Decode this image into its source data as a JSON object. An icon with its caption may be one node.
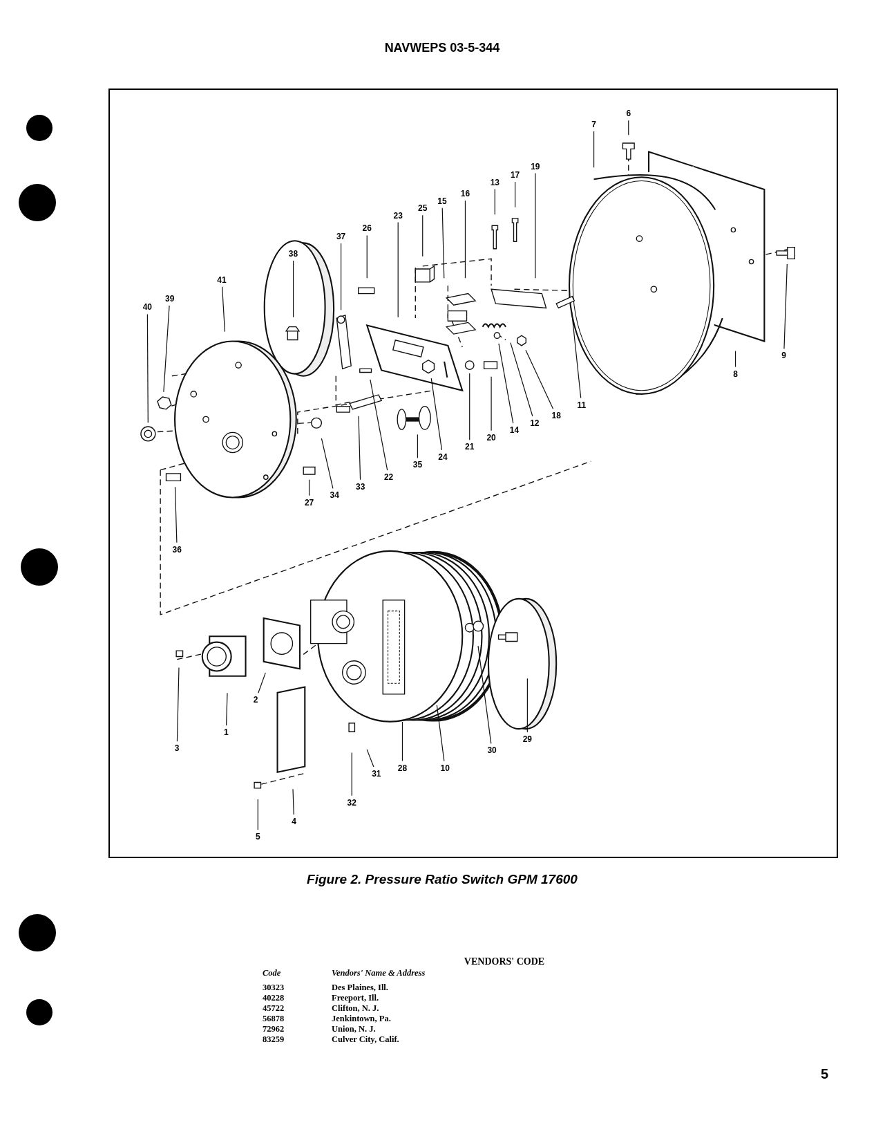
{
  "diagram": {
    "caption": "Figure 2. Pressure Ratio Switch GPM 17600",
    "nodes": [
      {
        "text": [
          "6"
        ]
      },
      {
        "text": [
          "7"
        ]
      },
      {
        "text": [
          "17"
        ]
      },
      {
        "text": [
          "19"
        ]
      },
      {
        "text": [
          "13"
        ]
      },
      {
        "text": [
          "16"
        ]
      },
      {
        "text": [
          "25"
        ]
      },
      {
        "text": [
          "15"
        ]
      },
      {
        "text": [
          "23"
        ]
      },
      {
        "text": [
          "26"
        ]
      },
      {
        "text": [
          "37"
        ]
      },
      {
        "text": [
          "38"
        ]
      },
      {
        "text": [
          "41"
        ]
      },
      {
        "text": [
          "39"
        ]
      },
      {
        "text": [
          "40"
        ]
      },
      {
        "text": [
          "9"
        ]
      },
      {
        "text": [
          "8"
        ]
      },
      {
        "text": [
          "11"
        ]
      },
      {
        "text": [
          "18"
        ]
      },
      {
        "text": [
          "12"
        ]
      },
      {
        "text": [
          "14"
        ]
      },
      {
        "text": [
          "20"
        ]
      },
      {
        "text": [
          "21"
        ]
      },
      {
        "text": [
          "24"
        ]
      },
      {
        "text": [
          "35"
        ]
      },
      {
        "text": [
          "22"
        ]
      },
      {
        "text": [
          "33"
        ]
      },
      {
        "text": [
          "34"
        ]
      },
      {
        "text": [
          "27"
        ]
      },
      {
        "text": [
          "36"
        ]
      },
      {
        "text": [
          "2"
        ]
      },
      {
        "text": [
          "1"
        ]
      },
      {
        "text": [
          "29"
        ]
      },
      {
        "text": [
          "3"
        ]
      },
      {
        "text": [
          "30"
        ]
      },
      {
        "text": [
          "10"
        ]
      },
      {
        "text": [
          "28"
        ]
      },
      {
        "text": [
          "31"
        ]
      },
      {
        "text": [
          "32"
        ]
      },
      {
        "text": [
          "4"
        ]
      },
      {
        "text": [
          "5"
        ]
      }
    ],
    "edges": [
      {
        "from": 0,
        "to": null,
        "arrow": "none"
      },
      {
        "from": 1,
        "to": null,
        "arrow": "none"
      },
      {
        "from": 2,
        "to": null,
        "arrow": "none"
      },
      {
        "from": 3,
        "to": null,
        "arrow": "none"
      },
      {
        "from": 4,
        "to": null,
        "arrow": "none"
      },
      {
        "from": 5,
        "to": null,
        "arrow": "none"
      },
      {
        "from": 6,
        "to": null,
        "arrow": "none"
      },
      {
        "from": 7,
        "to": null,
        "arrow": "none"
      },
      {
        "from": 8,
        "to": null,
        "arrow": "none"
      },
      {
        "from": 9,
        "to": null,
        "arrow": "none"
      },
      {
        "from": 10,
        "to": null,
        "arrow": "none"
      },
      {
        "from": 11,
        "to": null,
        "arrow": "none"
      },
      {
        "from": 12,
        "to": null,
        "arrow": "none"
      },
      {
        "from": 13,
        "to": null,
        "arrow": "none"
      },
      {
        "from": 14,
        "to": null,
        "arrow": "none"
      },
      {
        "from": 15,
        "to": null,
        "arrow": "none"
      },
      {
        "from": 16,
        "to": null,
        "arrow": "none"
      },
      {
        "from": 17,
        "to": null,
        "arrow": "none"
      },
      {
        "from": 18,
        "to": null,
        "arrow": "none"
      },
      {
        "from": 19,
        "to": null,
        "arrow": "none"
      },
      {
        "from": 20,
        "to": null,
        "arrow": "none"
      },
      {
        "from": 21,
        "to": null,
        "arrow": "none"
      },
      {
        "from": 22,
        "to": null,
        "arrow": "none"
      },
      {
        "from": 23,
        "to": null,
        "arrow": "none"
      },
      {
        "from": 24,
        "to": null,
        "arrow": "none"
      },
      {
        "from": 25,
        "to": null,
        "arrow": "none"
      },
      {
        "from": 26,
        "to": null,
        "arrow": "none"
      },
      {
        "from": 27,
        "to": null,
        "arrow": "none"
      },
      {
        "from": 28,
        "to": null,
        "arrow": "none"
      },
      {
        "from": 29,
        "to": null,
        "arrow": "none"
      },
      {
        "from": 30,
        "to": null,
        "arrow": "none"
      },
      {
        "from": 31,
        "to": null,
        "arrow": "none"
      },
      {
        "from": 32,
        "to": null,
        "arrow": "none"
      },
      {
        "from": 33,
        "to": null,
        "arrow": "none"
      },
      {
        "from": 34,
        "to": null,
        "arrow": "none"
      },
      {
        "from": 35,
        "to": null,
        "arrow": "none"
      },
      {
        "from": 36,
        "to": null,
        "arrow": "none"
      },
      {
        "from": 37,
        "to": null,
        "arrow": "none"
      },
      {
        "from": 38,
        "to": null,
        "arrow": "none"
      },
      {
        "from": 39,
        "to": null,
        "arrow": "none"
      },
      {
        "from": 40,
        "to": null,
        "arrow": "none"
      }
    ],
    "labels": [
      "NAVWEPS 03-5-344",
      "VENDORS' CODE",
      "Code",
      "Vendors' Name & Address",
      "30323",
      "Des Plaines, Ill.",
      "40228",
      "Freeport, Ill.",
      "45722",
      "Clifton, N. J.",
      "56878",
      "Jenkintown, Pa.",
      "72962",
      "Union, N. J.",
      "83259",
      "Culver City, Calif.",
      "5"
    ]
  }
}
